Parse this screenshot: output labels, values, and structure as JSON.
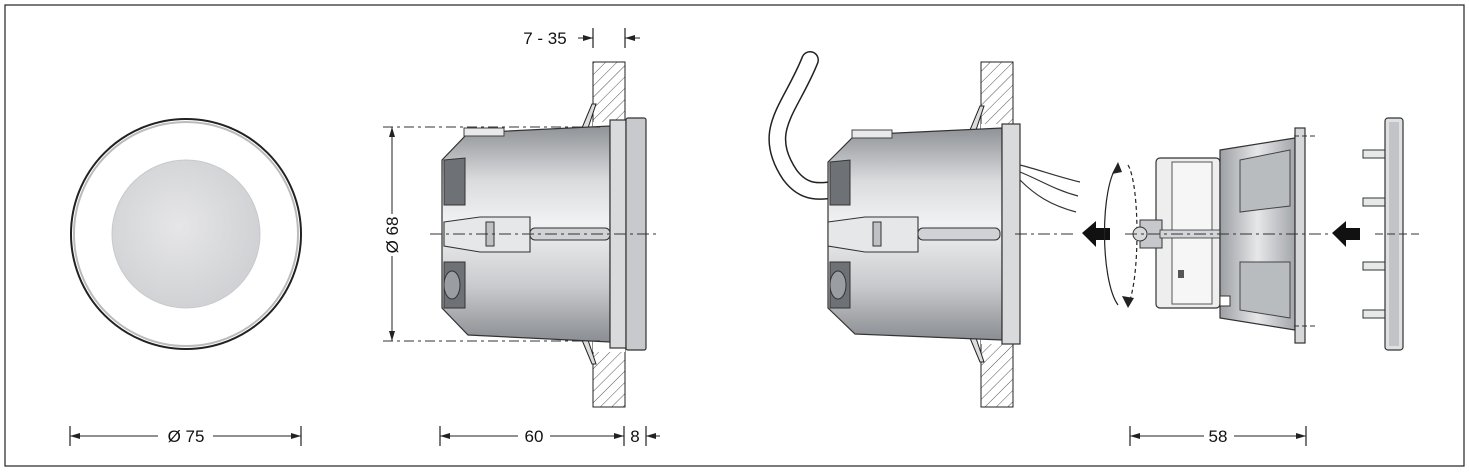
{
  "dimensions": {
    "front_diameter": "Ø 75",
    "body_diameter": "Ø 68",
    "wall_thickness": "7 - 35",
    "body_depth": "60",
    "flange_depth": "8",
    "insert_depth": "58"
  },
  "colors": {
    "body_light": "#e2e4e6",
    "body_dark": "#8d9094",
    "lens": "#dcdcde",
    "line": "#222222",
    "hatch": "#555555"
  },
  "icons": [
    "arrow-left-icon",
    "rotate-arrows-icon"
  ]
}
